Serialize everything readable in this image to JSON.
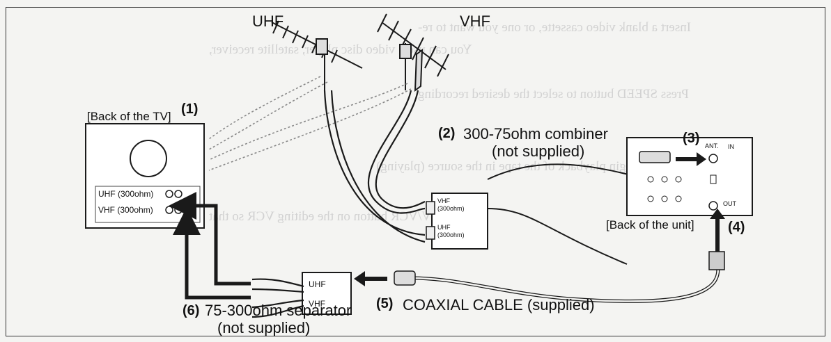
{
  "antennas": {
    "uhf_label": "UHF",
    "vhf_label": "VHF"
  },
  "tv": {
    "title": "[Back of the TV]",
    "step": "(1)",
    "uhf_terminal": "UHF (300ohm)",
    "vhf_terminal": "VHF (300ohm)"
  },
  "combiner": {
    "step": "(2)",
    "name": "300-75ohm combiner",
    "note": "(not supplied)",
    "vhf_port": "VHF",
    "vhf_port_ohm": "(300ohm)",
    "uhf_port": "UHF",
    "uhf_port_ohm": "(300ohm)"
  },
  "unit": {
    "step_in": "(3)",
    "ant_label": "ANT.",
    "in_label": "IN",
    "out_label": "OUT",
    "title": "[Back of the unit]",
    "step_out": "(4)"
  },
  "cable": {
    "step": "(5)",
    "label": "COAXIAL CABLE (supplied)"
  },
  "separator": {
    "step": "(6)",
    "name": "75-300ohm separator",
    "note": "(not supplied)",
    "uhf_port": "UHF",
    "vhf_port": "VHF"
  },
  "colors": {
    "line": "#1a1a1a",
    "wire": "#555555",
    "paper": "#f4f4f2",
    "ghost": "#d2d2d2"
  }
}
